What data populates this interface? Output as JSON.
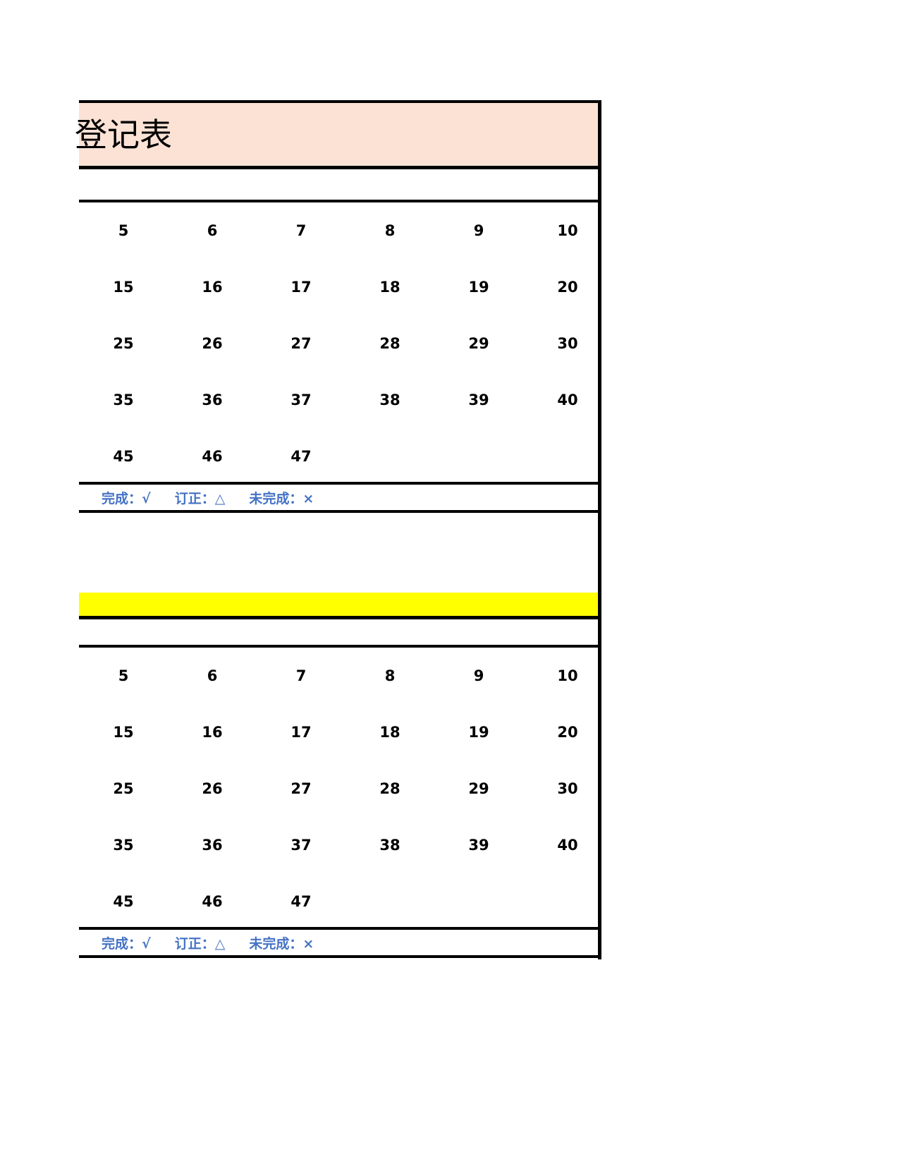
{
  "document": {
    "type": "spreadsheet",
    "title_banner": {
      "text": "登记表",
      "fill_color": "#FBE2D5",
      "note": "title is horizontally clipped at the left edge of the viewport"
    }
  },
  "colors": {
    "title_fill": "#FBE2D5",
    "banner_fill": "#FFFF00",
    "legend_text": "#4472C4",
    "grid_line": "#000000",
    "number_text": "#000000",
    "sheet_background": "#FFFFFF"
  },
  "legend": {
    "items": [
      {
        "label": "完成：",
        "symbol": "√"
      },
      {
        "label": "订正：",
        "symbol": "△"
      },
      {
        "label": "未完成：",
        "symbol": "×"
      }
    ],
    "full_text": "完成：√    订正：△    未完成：×"
  },
  "tables": [
    {
      "id": "table-1",
      "header_fill": "#FBE2D5",
      "header_text": "登记表",
      "rows": [
        [
          "5",
          "6",
          "7",
          "8",
          "9",
          "10"
        ],
        [
          "15",
          "16",
          "17",
          "18",
          "19",
          "20"
        ],
        [
          "25",
          "26",
          "27",
          "28",
          "29",
          "30"
        ],
        [
          "35",
          "36",
          "37",
          "38",
          "39",
          "40"
        ],
        [
          "45",
          "46",
          "47",
          "",
          "",
          ""
        ]
      ]
    },
    {
      "id": "table-2",
      "header_fill": "#FFFF00",
      "header_text": "",
      "rows": [
        [
          "5",
          "6",
          "7",
          "8",
          "9",
          "10"
        ],
        [
          "15",
          "16",
          "17",
          "18",
          "19",
          "20"
        ],
        [
          "25",
          "26",
          "27",
          "28",
          "29",
          "30"
        ],
        [
          "35",
          "36",
          "37",
          "38",
          "39",
          "40"
        ],
        [
          "45",
          "46",
          "47",
          "",
          "",
          ""
        ]
      ]
    }
  ]
}
